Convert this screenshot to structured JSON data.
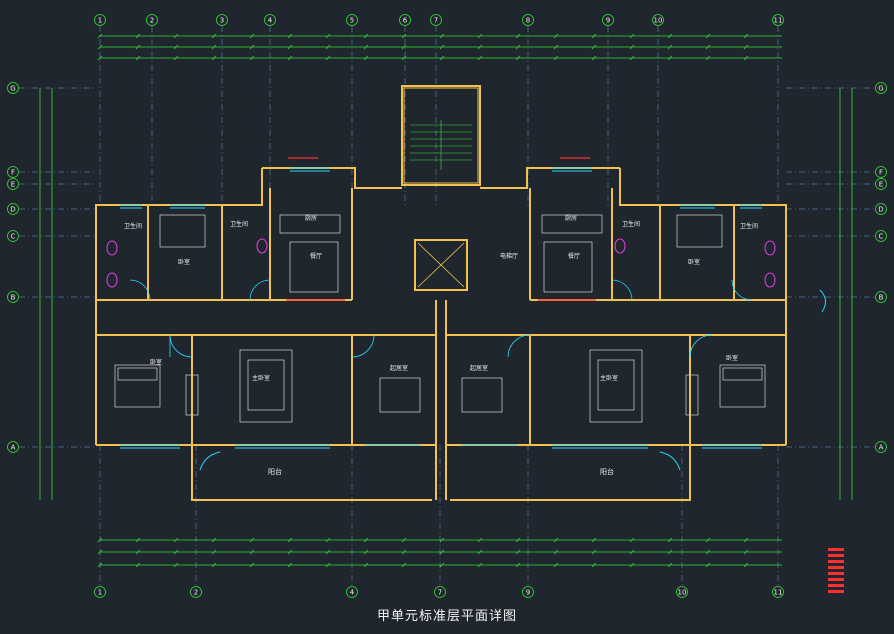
{
  "title": "甲单元标准层平面详图",
  "grid_top": [
    "1",
    "2",
    "3",
    "4",
    "5",
    "6",
    "7",
    "8",
    "9",
    "10",
    "11"
  ],
  "grid_bottom": [
    "1",
    "2",
    "4",
    "7",
    "9",
    "10",
    "11"
  ],
  "grid_left": [
    "G",
    "F",
    "E",
    "D",
    "C",
    "B",
    "A"
  ],
  "rooms": {
    "bedroom": "卧室",
    "master_bedroom": "主卧室",
    "living_room": "起居室",
    "kitchen": "厨房",
    "bathroom": "卫生间",
    "balcony": "阳台",
    "dining": "餐厅",
    "elevator_hall": "电梯厅"
  },
  "colors": {
    "background": "#1f262d",
    "wall": "#f2c14e",
    "dimension": "#34e234",
    "grid_line": "#8ab4ff",
    "fixture": "#e040e0",
    "window": "#2ad6ff",
    "furniture": "#d8d8d8",
    "accent_red": "#ff3030"
  }
}
